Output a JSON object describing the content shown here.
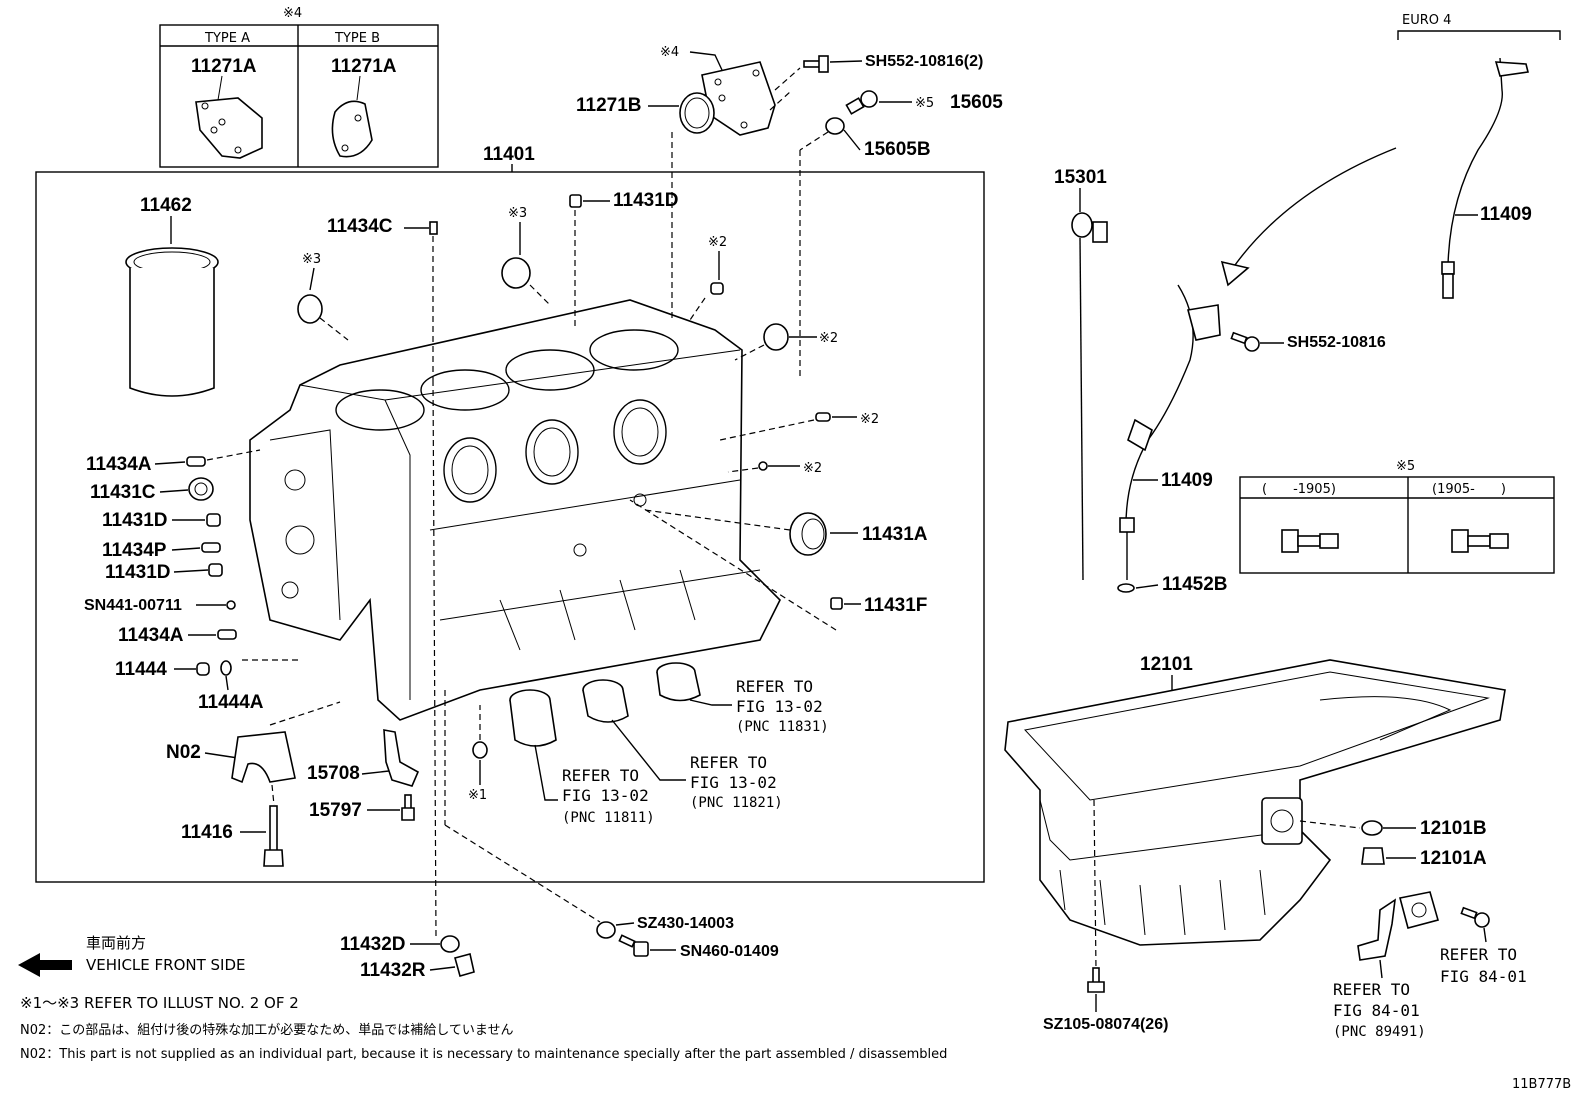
{
  "labels": {
    "type_note": "※4",
    "type_a": "TYPE A",
    "type_b": "TYPE B",
    "p11271A_a": "11271A",
    "p11271A_b": "11271A",
    "p11271B": "11271B",
    "note4": "※4",
    "sh552_10816_2": "SH552-10816(2)",
    "note5": "※5",
    "p15605": "15605",
    "p15605B": "15605B",
    "p11401": "11401",
    "p11462": "11462",
    "p11431D_top": "11431D",
    "p11434C": "11434C",
    "note3a": "※3",
    "note3b": "※3",
    "note2a": "※2",
    "note2b": "※2",
    "note2c": "※2",
    "note2d": "※2",
    "p11434A_1": "11434A",
    "p11431C": "11431C",
    "p11431D_1": "11431D",
    "p11434P": "11434P",
    "p11431D_2": "11431D",
    "sn441": "SN441-00711",
    "p11434A_2": "11434A",
    "p11444": "11444",
    "p11444A": "11444A",
    "p11431A": "11431A",
    "p11431F": "11431F",
    "n02": "N02",
    "p15708": "15708",
    "p15797": "15797",
    "p11416": "11416",
    "note1": "※1",
    "p11432D": "11432D",
    "p11432R": "11432R",
    "sz430": "SZ430-14003",
    "sn460": "SN460-01409",
    "euro4": "EURO 4",
    "p15301": "15301",
    "p11409_top": "11409",
    "sh552_10816": "SH552-10816",
    "p11409_mid": "11409",
    "p11452B": "11452B",
    "note5_table": "※5",
    "col_left": "(　　-1905)",
    "col_right": "(1905-　　)",
    "p12101": "12101",
    "p12101B": "12101B",
    "p12101A": "12101A",
    "sz105": "SZ105-08074(26)",
    "drawing_no": "11B777B"
  },
  "refs": {
    "r1": [
      "REFER TO",
      "FIG 13-02",
      "(PNC 11831)"
    ],
    "r2": [
      "REFER TO",
      "FIG 13-02",
      "(PNC 11821)"
    ],
    "r3": [
      "REFER TO",
      "FIG 13-02",
      "(PNC 11811)"
    ],
    "r4": [
      "REFER TO",
      "FIG 84-01"
    ],
    "r5": [
      "REFER TO",
      "FIG 84-01",
      "(PNC 89491)"
    ]
  },
  "legend": {
    "front_jp": "車両前方",
    "front_en": "VEHICLE FRONT SIDE",
    "note_refer": "※1～※3  REFER TO ILLUST NO. 2 OF 2",
    "n02_jp": "N02：この部品は、組付け後の特殊な加工が必要なため、単品では補給していません",
    "n02_en": "N02：This part is not supplied as an individual part, because it is necessary to maintenance specially after the part assembled / disassembled"
  }
}
